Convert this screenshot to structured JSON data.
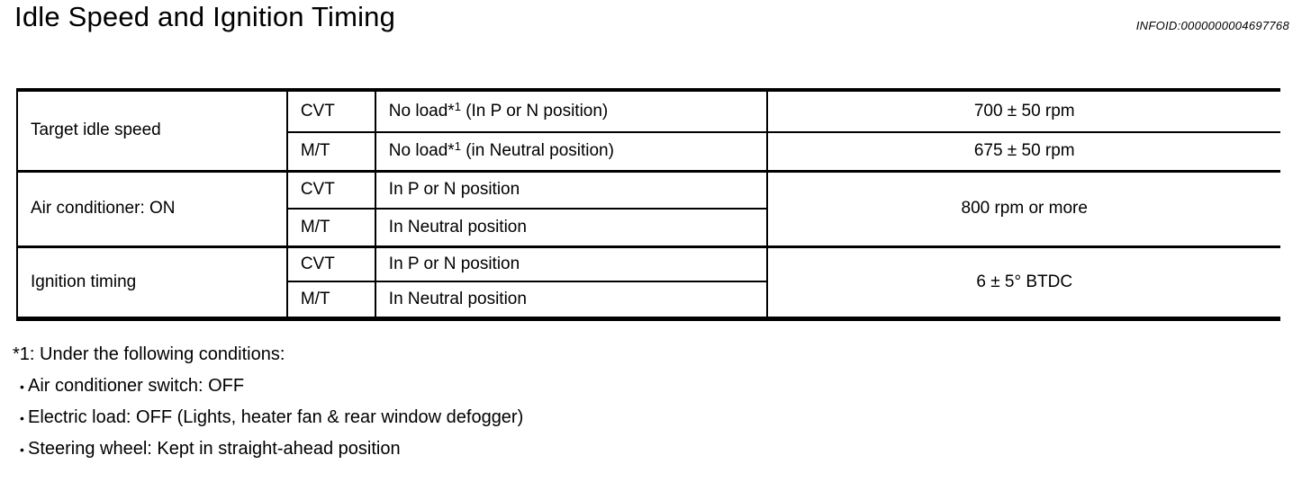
{
  "header": {
    "title": "Idle Speed and Ignition Timing",
    "infoid": "INFOID:0000000004697768"
  },
  "table": {
    "groups": [
      {
        "label": "Target idle speed",
        "rows": [
          {
            "transmission": "CVT",
            "condition_prefix": "No load*",
            "condition_sup": "1",
            "condition_suffix": " (In P or N position)",
            "value": "700 ± 50 rpm"
          },
          {
            "transmission": "M/T",
            "condition_prefix": "No load*",
            "condition_sup": "1",
            "condition_suffix": " (in Neutral position)",
            "value": "675 ± 50 rpm"
          }
        ]
      },
      {
        "label": "Air conditioner: ON",
        "rows": [
          {
            "transmission": "CVT",
            "condition_prefix": "In P or N position",
            "condition_sup": "",
            "condition_suffix": ""
          },
          {
            "transmission": "M/T",
            "condition_prefix": "In Neutral position",
            "condition_sup": "",
            "condition_suffix": ""
          }
        ],
        "value": "800 rpm or more"
      },
      {
        "label": "Ignition timing",
        "rows": [
          {
            "transmission": "CVT",
            "condition_prefix": "In P or N position",
            "condition_sup": "",
            "condition_suffix": ""
          },
          {
            "transmission": "M/T",
            "condition_prefix": "In Neutral position",
            "condition_sup": "",
            "condition_suffix": ""
          }
        ],
        "value": "6 ± 5° BTDC"
      }
    ]
  },
  "footnotes": {
    "intro": "*1: Under the following conditions:",
    "bullet_char": "•",
    "items": [
      "Air conditioner switch: OFF",
      "Electric load: OFF (Lights, heater fan & rear window defogger)",
      "Steering wheel: Kept in straight-ahead position"
    ]
  }
}
